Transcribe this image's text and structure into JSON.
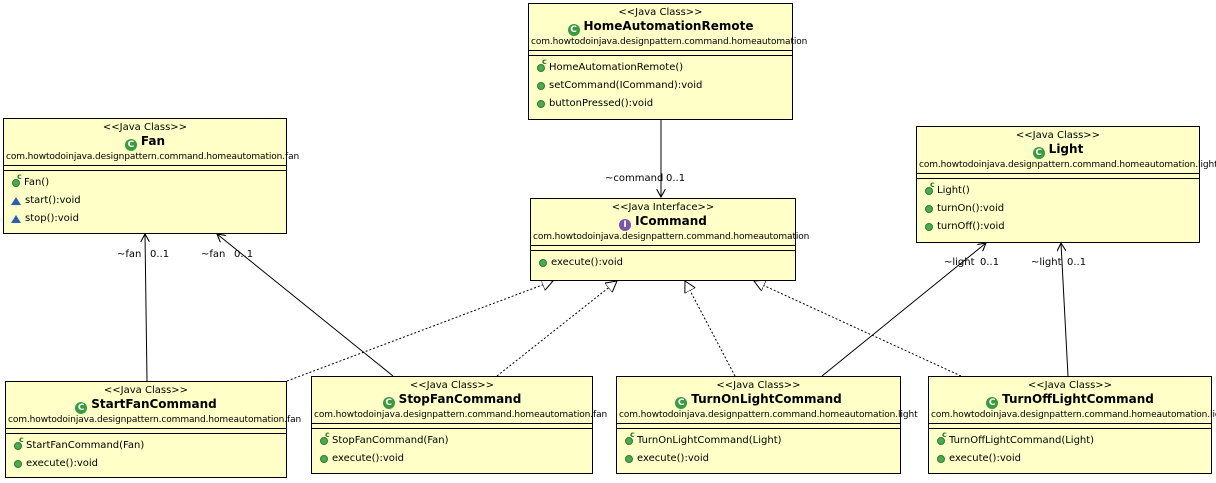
{
  "classes": {
    "remote": {
      "stereotype": "<<Java Class>>",
      "name": "HomeAutomationRemote",
      "package": "com.howtodoinjava.designpattern.command.homeautomation",
      "ops": [
        "HomeAutomationRemote()",
        "setCommand(ICommand):void",
        "buttonPressed():void"
      ]
    },
    "fan": {
      "stereotype": "<<Java Class>>",
      "name": "Fan",
      "package": "com.howtodoinjava.designpattern.command.homeautomation.fan",
      "ops": [
        "Fan()",
        "start():void",
        "stop():void"
      ]
    },
    "light": {
      "stereotype": "<<Java Class>>",
      "name": "Light",
      "package": "com.howtodoinjava.designpattern.command.homeautomation.light",
      "ops": [
        "Light()",
        "turnOn():void",
        "turnOff():void"
      ]
    },
    "icommand": {
      "stereotype": "<<Java Interface>>",
      "name": "ICommand",
      "package": "com.howtodoinjava.designpattern.command.homeautomation",
      "ops": [
        "execute():void"
      ]
    },
    "startfan": {
      "stereotype": "<<Java Class>>",
      "name": "StartFanCommand",
      "package": "com.howtodoinjava.designpattern.command.homeautomation.fan",
      "ops": [
        "StartFanCommand(Fan)",
        "execute():void"
      ]
    },
    "stopfan": {
      "stereotype": "<<Java Class>>",
      "name": "StopFanCommand",
      "package": "com.howtodoinjava.designpattern.command.homeautomation.fan",
      "ops": [
        "StopFanCommand(Fan)",
        "execute():void"
      ]
    },
    "turnon": {
      "stereotype": "<<Java Class>>",
      "name": "TurnOnLightCommand",
      "package": "com.howtodoinjava.designpattern.command.homeautomation.light",
      "ops": [
        "TurnOnLightCommand(Light)",
        "execute():void"
      ]
    },
    "turnoff": {
      "stereotype": "<<Java Class>>",
      "name": "TurnOffLightCommand",
      "package": "com.howtodoinjava.designpattern.command.homeautomation.light",
      "ops": [
        "TurnOffLightCommand(Light)",
        "execute():void"
      ]
    }
  },
  "associations": {
    "command": {
      "role": "~command",
      "mult": "0..1"
    },
    "fan_start": {
      "role": "~fan",
      "mult": "0..1"
    },
    "fan_stop": {
      "role": "~fan",
      "mult": "0..1"
    },
    "light_on": {
      "role": "~light",
      "mult": "0..1"
    },
    "light_off": {
      "role": "~light",
      "mult": "0..1"
    }
  },
  "colors": {
    "box_fill": "#ffffc8",
    "line": "#000000",
    "public_icon": "#4caa50",
    "package_icon": "#2b5fb5",
    "interface_icon": "#7856b0"
  }
}
